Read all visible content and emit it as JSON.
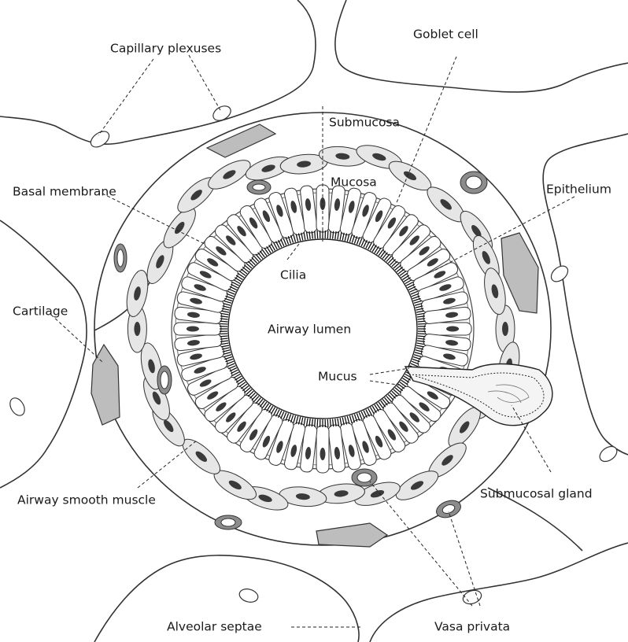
{
  "labels": {
    "capillary_plexuses": "Capillary plexuses",
    "goblet_cell": "Goblet cell",
    "submucosa": "Submucosa",
    "mucosa": "Mucosa",
    "basal_membrane": "Basal membrane",
    "epithelium": "Epithelium",
    "cilia": "Cilia",
    "cartilage": "Cartilage",
    "airway_lumen": "Airway lumen",
    "mucus": "Mucus",
    "airway_smooth_muscle": "Airway smooth muscle",
    "submucosal_gland": "Submucosal gland",
    "alveolar_septae": "Alveolar septae",
    "vasa_privata": "Vasa privata"
  },
  "colors": {
    "stroke": "#333333",
    "cell_fill": "#e6e6e6",
    "nucleus": "#3a3a3a",
    "cartilage_fill": "#bdbdbd",
    "vessel_ring": "#8c8c8c"
  }
}
